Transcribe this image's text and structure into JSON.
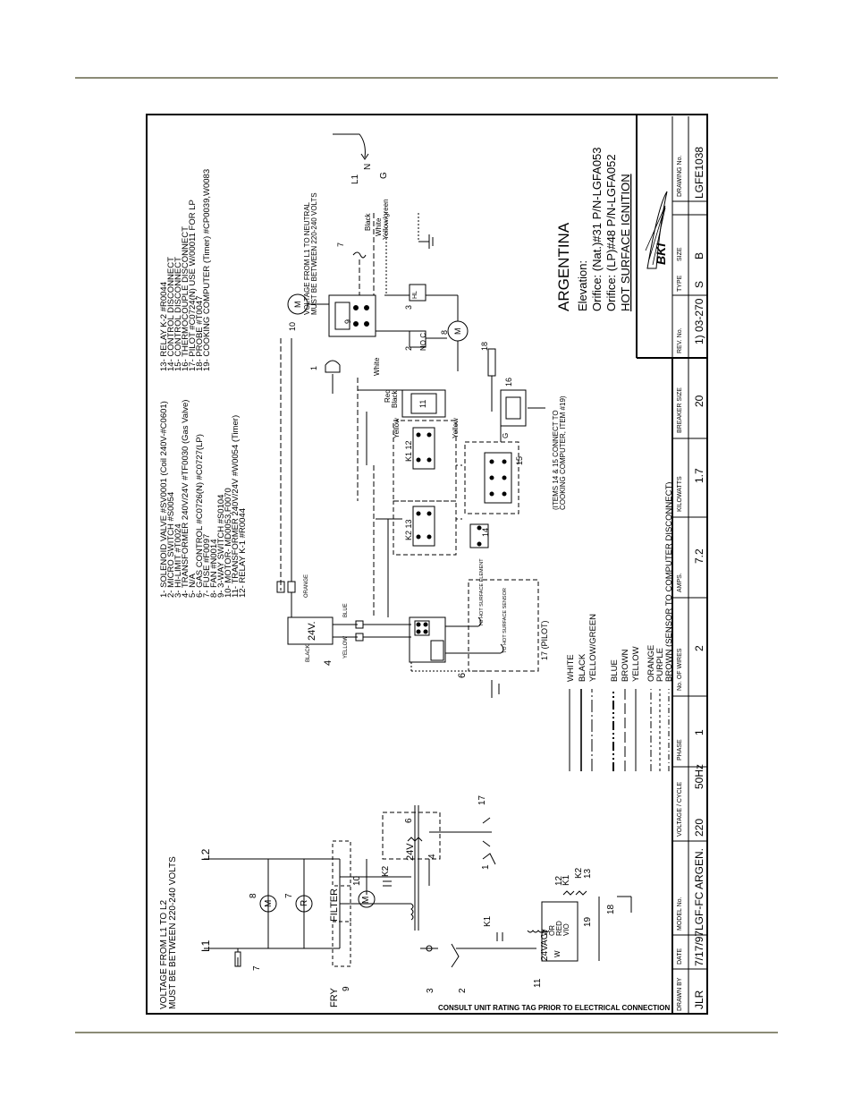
{
  "diagram": {
    "consult_note": "CONSULT UNIT RATING TAG PRIOR TO ELECTRICAL CONNECTION",
    "ladder": {
      "voltage_note_1": "VOLTAGE FROM L1 TO L2",
      "voltage_note_2": "MUST BE BETWEEN 220-240 VOLTS",
      "l1": "L1",
      "l2": "L2",
      "fry": "FRY",
      "filter": "FILTER",
      "n7": "7",
      "n8": "8",
      "n9": "9",
      "n9b": "9",
      "n10": "10",
      "n4": "4",
      "n3": "3",
      "n2": "2",
      "n1": "1",
      "n11": "11",
      "n19": "19",
      "n18": "18",
      "n12": "12",
      "n13": "13",
      "n6": "6",
      "n17": "17",
      "k1": "K1",
      "k2": "K2",
      "k2b": "K2",
      "v24": "24V",
      "vac24": "24VAC",
      "w1": "W",
      "w2": "W",
      "or": "OR",
      "red": "RED",
      "vio": "VIO",
      "m": "M",
      "r": "R",
      "m2": "M"
    },
    "legend": {
      "items": [
        "1-  SOLENOID VALVE #SV0001  (Coil 240V-#C0601)",
        "2-  MICRO SWITCH #S0054",
        "3-  HI-LIMIT #T0024",
        "4-  TRANSFORMER 240V/24V #TF0030 (Gas Valve)",
        "5-  N/A",
        "6-  GAS CONTROL #C0726(N) #C0727(LP)",
        "7-  FUSE #F0097",
        "8-  FAN #N0014",
        "9-  3-WAY SWITCH #S0104",
        "10- MOTOR- MD0053,F0070",
        "11- TRANSFORMER 240V/24V #W0054 (Timer)",
        "12- RELAY K-1 #R0044"
      ],
      "items2": [
        "13- RELAY K-2 #R0044",
        "14- CONTROL DISCONNECT",
        "15- CONTROL DISCONNECT",
        "16- THERMOCOUPLE DISCONNECT",
        "17- PILOT #C0724(N) USE W/00011 FOR LP",
        "18- PROBE #T0047",
        "19- COOKING COMPUTER (Timer) #CP0039,W0083"
      ]
    },
    "wiring": {
      "note_1": "VOLTAGE FROM L1 TO NEUTRAL",
      "note_2": "MUST BE BETWEEN 220-240 VOLTS",
      "l1": "L1",
      "n": "N",
      "g": "G",
      "black": "Black",
      "white": "White",
      "yellow_green": "Yellow/green",
      "white2": "White",
      "red": "Red",
      "black2": "Black",
      "yellow": "Yellow",
      "yellow2": "Yellow",
      "orange": "ORANGE",
      "black3": "BLACK",
      "blue": "BLUE",
      "yellow3": "YELLOW",
      "v24": "24V.",
      "k1_12": "K1 12",
      "k2_13": "K2 13",
      "n1": "1",
      "n2": "2",
      "n3": "3",
      "n4": "4",
      "n6": "6",
      "n7": "7",
      "n8": "8",
      "n9": "9",
      "n10": "10",
      "n11": "11",
      "n14": "14",
      "n15": "15",
      "n16": "16",
      "n18": "18",
      "pilot": "17 (PILOT)",
      "hot_element": "TO HOT SURFACE ELEMENT",
      "hot_sensor": "TO HOT SURFACE SENSOR",
      "no_c": "NO C",
      "items_note_1": "(ITEMS 14 & 15 CONNECT TO",
      "items_note_2": "COOKING COMPUTER, ITEM #19)",
      "m1": "M",
      "m2": "M",
      "hl": "HL",
      "g2": "G"
    },
    "wire_legend": [
      "WHITE",
      "BLACK",
      "YELLOW/GREEN",
      "BLUE",
      "BROWN",
      "YELLOW",
      "ORANGE",
      "PURPLE",
      "BROWN (SENSOR TO COMPUTER DISCONNECT)"
    ],
    "region": {
      "name": "ARGENTINA",
      "elevation": "Elevation:",
      "orifice_nat": "Orifice: (Nat.)#31 P/N-LGFA053",
      "orifice_lp": "Orifice: (LP)#48 P/N-LGFA052",
      "ignition": "HOT SURFACE IGNITION"
    },
    "title_block": {
      "headers": [
        "DRAWN BY",
        "DATE",
        "MODEL No.",
        "VOLTAGE / CYCLE",
        "PHASE",
        "No. OF WIRES",
        "AMPS.",
        "KILOWATTS",
        "BREAKER SIZE",
        "REV. No.",
        "TYPE",
        "SIZE",
        "DRAWING No."
      ],
      "drawn_by": "JLR",
      "date": "7/17/97",
      "model": "LGF-FC ARGEN.",
      "voltage": "220",
      "cycle": "50Hz",
      "phase": "1",
      "wires": "2",
      "amps": "7.2",
      "kilowatts": "1.7",
      "breaker": "20",
      "rev": "1) 03-270",
      "type": "S",
      "size": "B",
      "drawing_no": "LGFE1038",
      "logo": "BKI"
    },
    "colors": {
      "rule": "#8b8b76",
      "ink": "#000000"
    }
  }
}
